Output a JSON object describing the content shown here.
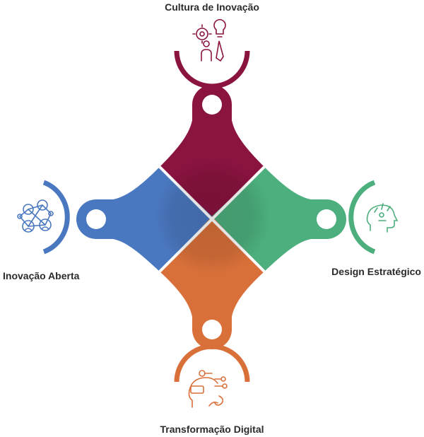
{
  "segments": {
    "top": {
      "label": "Cultura de Inovação",
      "color": "#8a1340",
      "icon": "gear-lightbulb-person-icon"
    },
    "right": {
      "label": "Design Estratégico",
      "color": "#4caf7d",
      "icon": "head-ideas-icon"
    },
    "bottom": {
      "label": "Transformação Digital",
      "color": "#d9703a",
      "icon": "robot-head-circuit-icon"
    },
    "left": {
      "label": "Inovação Aberta",
      "color": "#4a78c0",
      "icon": "people-network-icon"
    }
  }
}
